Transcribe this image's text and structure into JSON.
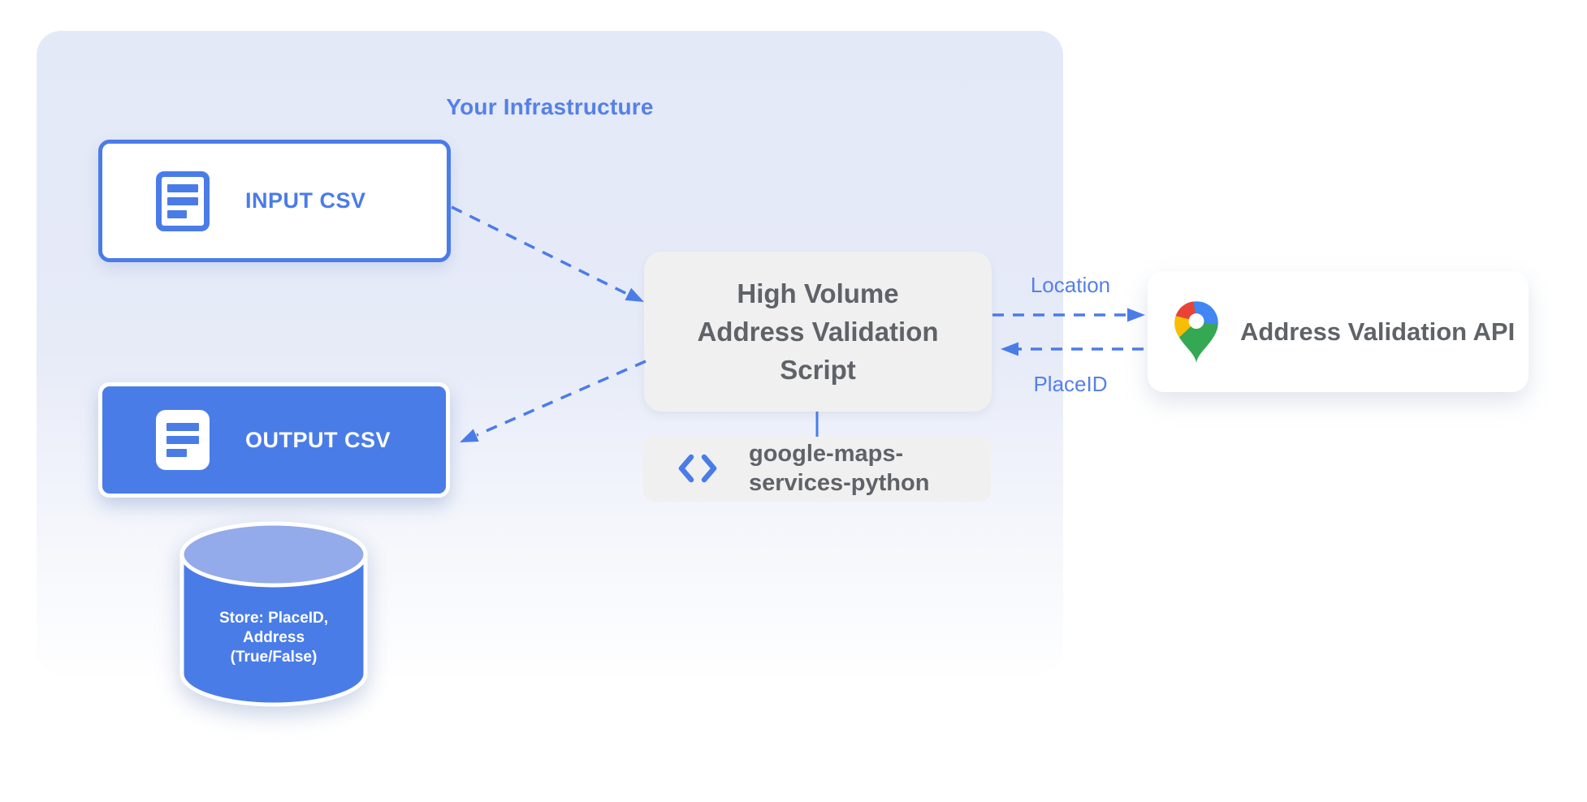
{
  "panel": {
    "title": "Your Infrastructure"
  },
  "nodes": {
    "input_csv": {
      "label": "INPUT CSV"
    },
    "output_csv": {
      "label": "OUTPUT CSV"
    },
    "datastore": {
      "text": "Store: PlaceID,\nAddress\n(True/False)"
    },
    "script": {
      "text": "High Volume\nAddress Validation\nScript"
    },
    "library": {
      "text": "google-maps-\nservices-python"
    },
    "api": {
      "label": "Address Validation API"
    }
  },
  "edges": {
    "location_label": "Location",
    "placeid_label": "PlaceID"
  },
  "icons": {
    "input_doc": "document-icon",
    "output_doc": "document-filled-icon",
    "library_code": "code-brackets-icon",
    "api_pin": "google-maps-pin-icon",
    "datastore_shape": "database-cylinder"
  },
  "colors": {
    "primary-blue": "#4A7CE8",
    "soft-blue-text": "#5580E8",
    "cylinder-top-blue": "#93AAEB",
    "panel-top": "#E3E9F7",
    "node-gray": "#F0F0F1",
    "text-gray": "#5F6368",
    "pin-red": "#EA4335",
    "pin-blue": "#4285F4",
    "pin-yellow": "#FBBC04",
    "pin-green": "#34A853"
  }
}
